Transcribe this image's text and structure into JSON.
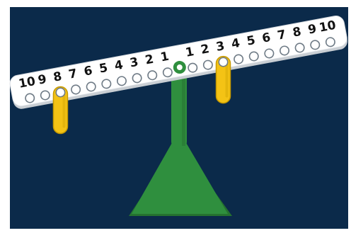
{
  "colors": {
    "background": "#0b2a4a",
    "beam": "#ffffff",
    "beam_shadow": "#c9ced3",
    "stand": "#2f8f3e",
    "stand_dark": "#25722f",
    "weight": "#f4c315",
    "weight_outline": "#c79a00",
    "peg_outline": "#6f7b86"
  },
  "balance": {
    "tilt": "left-down",
    "left_arm": {
      "labels": [
        "10",
        "9",
        "8",
        "7",
        "6",
        "5",
        "4",
        "3",
        "2",
        "1"
      ],
      "weights": [
        {
          "position": "8",
          "count": 1
        }
      ]
    },
    "right_arm": {
      "labels": [
        "1",
        "2",
        "3",
        "4",
        "5",
        "6",
        "7",
        "8",
        "9",
        "10"
      ],
      "weights": [
        {
          "position": "3",
          "count": 1
        }
      ]
    }
  }
}
